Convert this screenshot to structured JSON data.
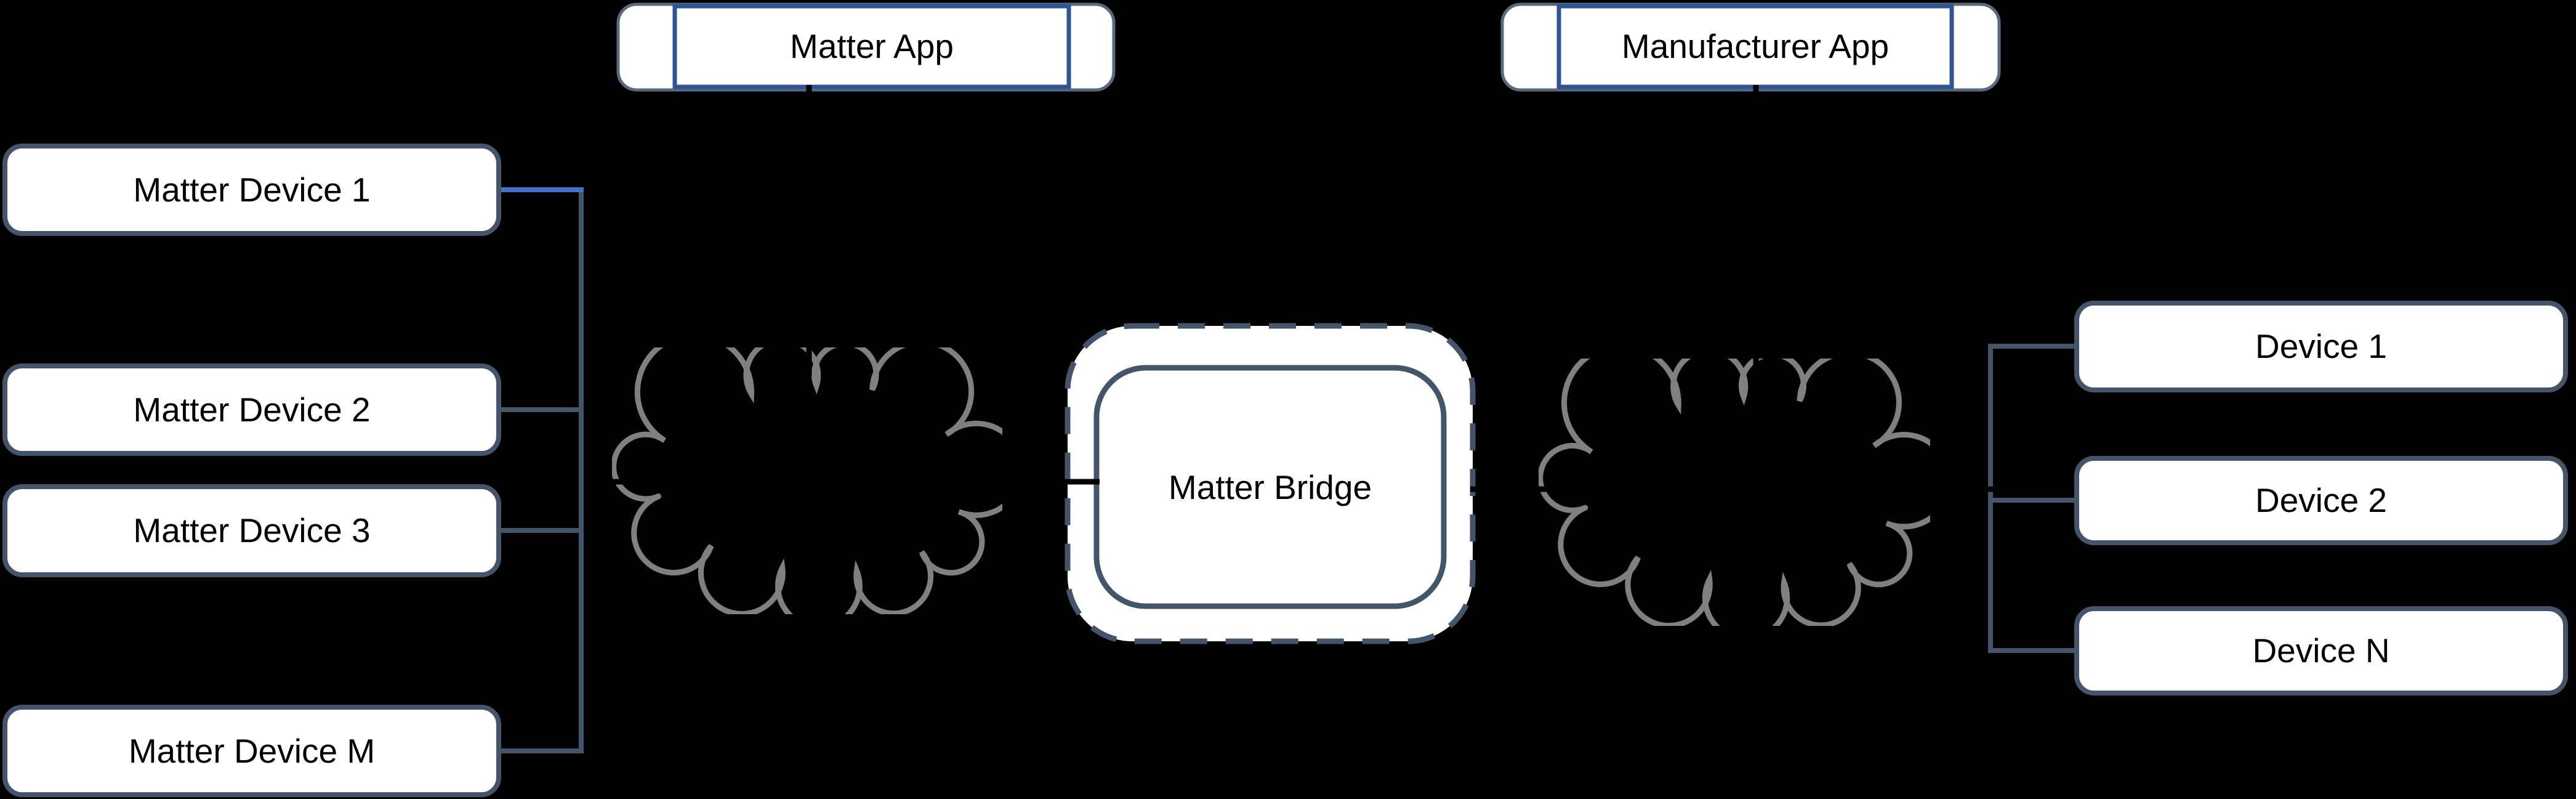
{
  "diagram": {
    "title": "Matter bridge topology",
    "apps": {
      "matter_app": {
        "label": "Matter App"
      },
      "manufacturer_app": {
        "label": "Manufacturer App"
      }
    },
    "bridge": {
      "label": "Matter Bridge"
    },
    "matter_devices": [
      {
        "label": "Matter Device 1"
      },
      {
        "label": "Matter Device 2"
      },
      {
        "label": "Matter Device 3"
      },
      {
        "label": "Matter Device M"
      }
    ],
    "bridged_devices": [
      {
        "label": "Device 1"
      },
      {
        "label": "Device 2"
      },
      {
        "label": "Device N"
      }
    ],
    "networks": [
      {
        "icon": "cloud-icon",
        "side": "left"
      },
      {
        "icon": "cloud-icon",
        "side": "right"
      }
    ]
  },
  "colors": {
    "background": "#000000",
    "node_fill": "#FFFFFF",
    "node_border": "#44546A",
    "app_outline": "#5A6A7E",
    "app_inner_border": "#2F5496",
    "connector_slate": "#44546A",
    "connector_blue": "#4472C4",
    "connector_black": "#000000",
    "cloud_gray": "#808080",
    "text": "#000000"
  }
}
